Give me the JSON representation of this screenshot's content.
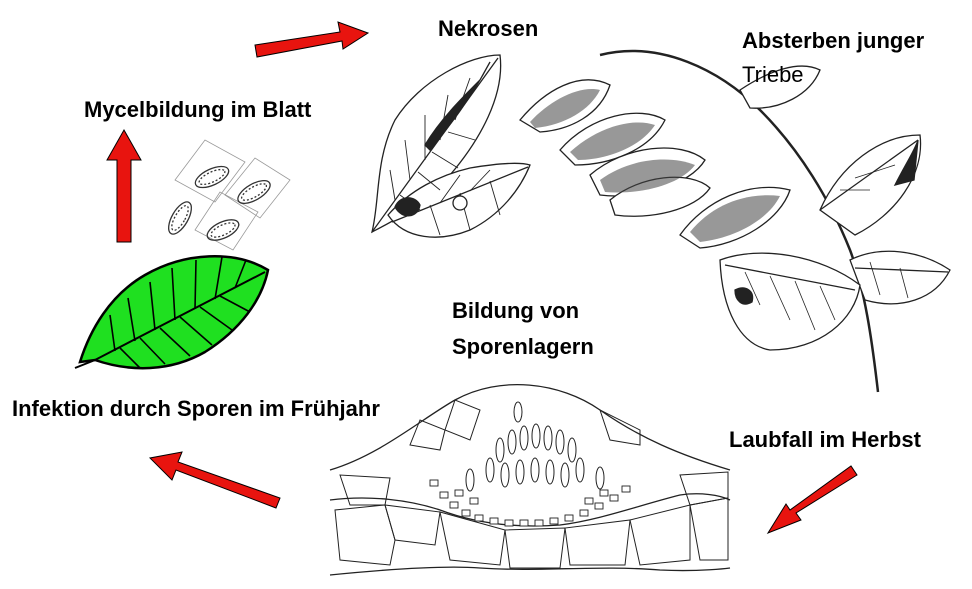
{
  "labels": {
    "nekrosen": "Nekrosen",
    "absterben_line1": "Absterben junger",
    "absterben_line2": "Triebe",
    "mycel": "Mycelbildung im Blatt",
    "bildung_line1": "Bildung von",
    "bildung_line2": "Sporenlagern",
    "infektion": "Infektion durch Sporen im Frühjahr",
    "laubfall": "Laubfall im Herbst"
  },
  "colors": {
    "arrow": "#e8140f",
    "leaf": "#1fe020",
    "ink": "#111111"
  }
}
